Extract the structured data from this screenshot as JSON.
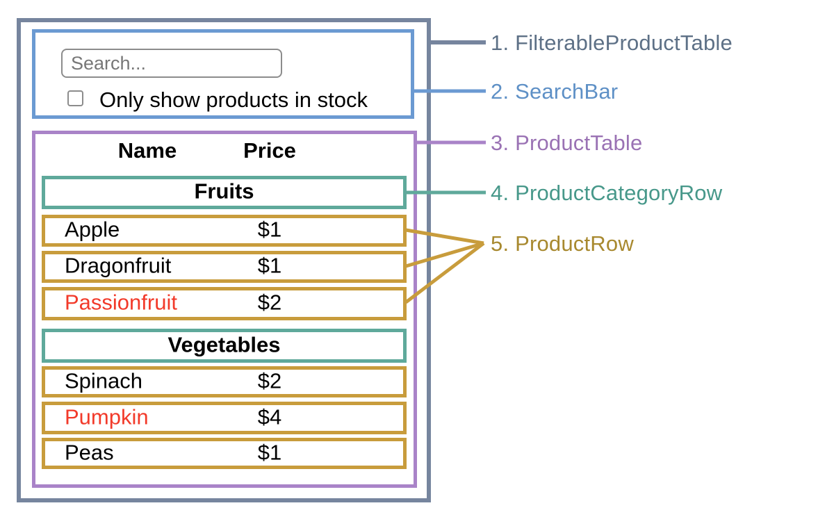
{
  "search_bar": {
    "input_placeholder": "Search...",
    "input_value": "",
    "checkbox_checked": false,
    "checkbox_label": "Only show products in stock"
  },
  "table": {
    "headers": {
      "name": "Name",
      "price": "Price"
    },
    "sections": [
      {
        "category": "Fruits",
        "rows": [
          {
            "name": "Apple",
            "price": "$1",
            "out_of_stock": false
          },
          {
            "name": "Dragonfruit",
            "price": "$1",
            "out_of_stock": false
          },
          {
            "name": "Passionfruit",
            "price": "$2",
            "out_of_stock": true
          }
        ]
      },
      {
        "category": "Vegetables",
        "rows": [
          {
            "name": "Spinach",
            "price": "$2",
            "out_of_stock": false
          },
          {
            "name": "Pumpkin",
            "price": "$4",
            "out_of_stock": true
          },
          {
            "name": "Peas",
            "price": "$1",
            "out_of_stock": false
          }
        ]
      }
    ]
  },
  "legend": [
    {
      "label": "1. FilterableProductTable",
      "color": "#5d7086"
    },
    {
      "label": "2. SearchBar",
      "color": "#5e90c6"
    },
    {
      "label": "3. ProductTable",
      "color": "#9a72b4"
    },
    {
      "label": "4. ProductCategoryRow",
      "color": "#47988a"
    },
    {
      "label": "5. ProductRow",
      "color": "#a8892f"
    }
  ],
  "colors": {
    "filterable_product_table_border": "#76859e",
    "search_bar_border": "#6b9ad2",
    "product_table_border": "#a983c8",
    "product_category_row_border": "#5fa99b",
    "product_row_border": "#c89c3c",
    "out_of_stock_text": "#f23a2a"
  }
}
